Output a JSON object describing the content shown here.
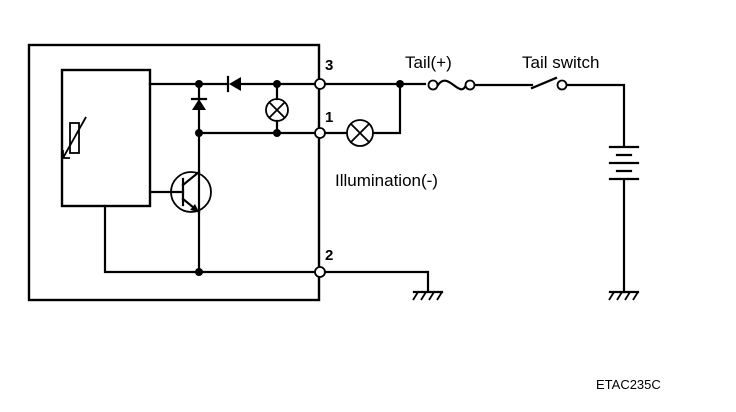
{
  "diagram": {
    "terminals": {
      "t3": "3",
      "t1": "1",
      "t2": "2"
    },
    "labels": {
      "tail_plus": "Tail(+)",
      "tail_switch": "Tail switch",
      "illumination": "Illumination(-)"
    },
    "figure_code": "ETAC235C"
  }
}
